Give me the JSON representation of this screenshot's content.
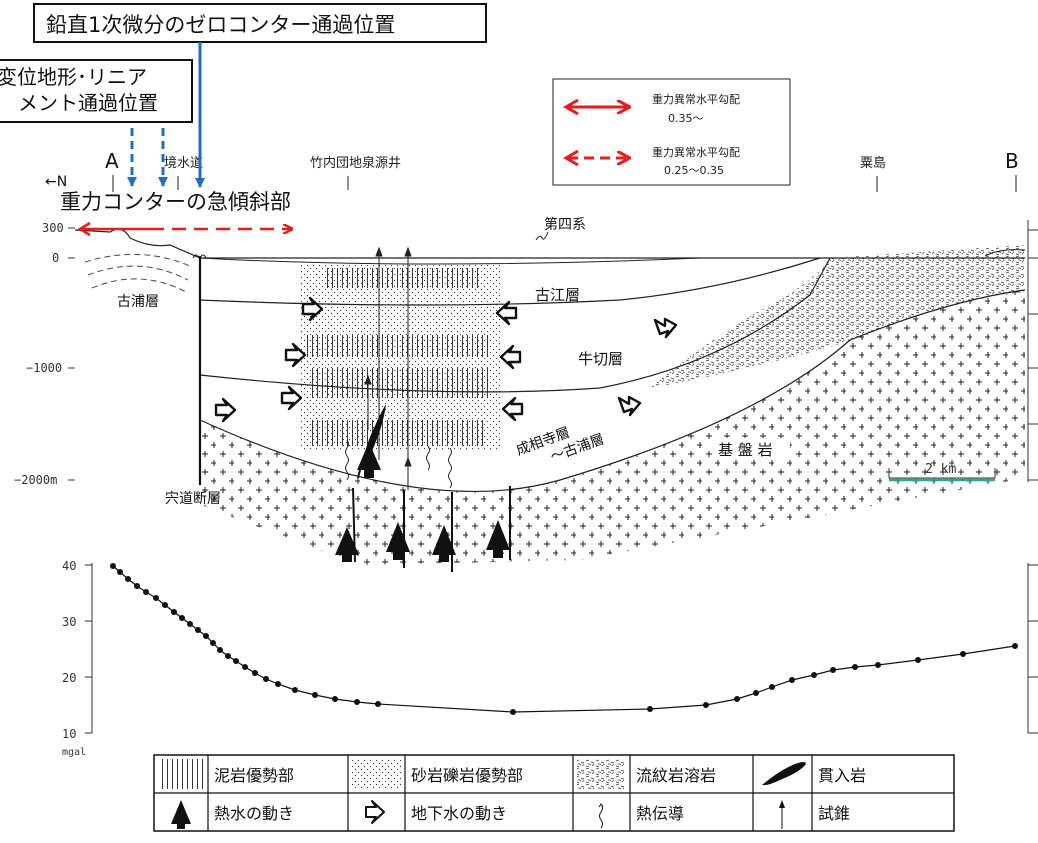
{
  "callouts": {
    "zero_contour": "鉛直1次微分のゼロコンター通過位置",
    "lineament": [
      "変位地形･リニア",
      "メント通過位置"
    ],
    "steep_gravity": "重力コンターの急傾斜部"
  },
  "gradient_legend": {
    "solid": {
      "label": "重力異常水平勾配",
      "range": "0.35〜"
    },
    "dashed": {
      "label": "重力異常水平勾配",
      "range": "0.25〜0.35"
    },
    "colors": {
      "arrow": "#e81c1c",
      "leader": "#1e6fc4"
    }
  },
  "section": {
    "end_a": "A",
    "end_b": "B",
    "north": "←N",
    "places": [
      "境水道",
      "竹内団地泉源井",
      "粟島"
    ],
    "depth_labels": [
      "300",
      "0",
      "−1000",
      "−2000m"
    ],
    "layers": {
      "quaternary": "第四系",
      "furue": "古江層",
      "ushikiri": "牛切層",
      "jojoji": [
        "成相寺層",
        "〜古浦層"
      ],
      "kora_left": "古浦層",
      "basement": "基 盤 岩",
      "fault": "宍道断層"
    },
    "scale_label": "2 km",
    "scale_color": "#2aa889"
  },
  "gravity_profile": {
    "y_labels": [
      "40",
      "30",
      "20",
      "10"
    ],
    "unit": "mgal"
  },
  "legend_table": {
    "row1": [
      "泥岩優勢部",
      "砂岩礫岩優勢部",
      "流紋岩溶岩",
      "貫入岩"
    ],
    "row2": [
      "熱水の動き",
      "地下水の動き",
      "熱伝導",
      "試錐"
    ]
  }
}
